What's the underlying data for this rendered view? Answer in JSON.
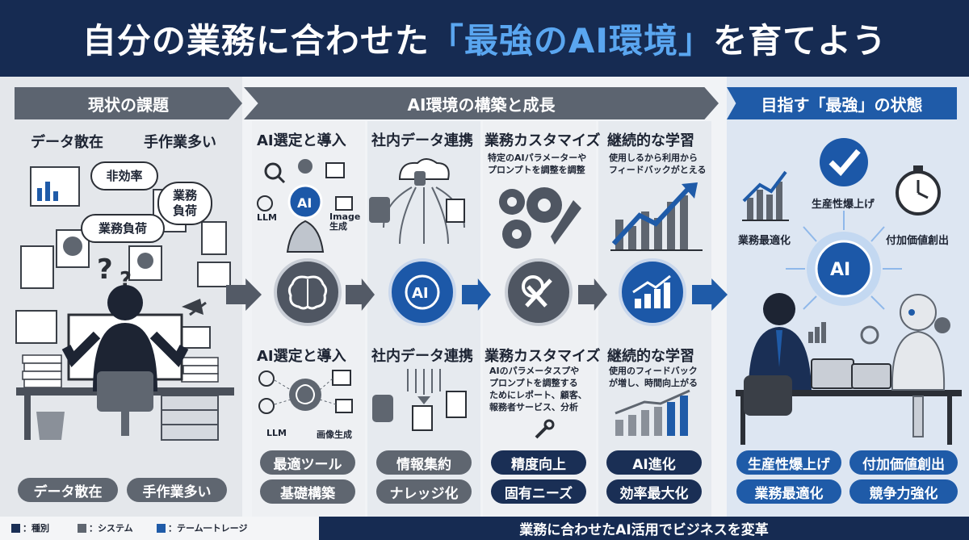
{
  "title": {
    "pre": "自分の業務に合わせた",
    "highlight": "「最強のAI環境」",
    "post": "を育てよう"
  },
  "sections": {
    "left": {
      "header": "現状の課題",
      "sub1": "データ散在",
      "sub2": "手作業多い",
      "clouds": [
        "非効率",
        "業務負荷",
        "業務\n負荷"
      ],
      "pills": [
        "データ散在",
        "手作業多い"
      ]
    },
    "middle": {
      "header": "AI環境の構築と成長",
      "columns": [
        {
          "title_top": "AI選定と導入",
          "top_text": "",
          "icon_labels_top": [
            "LLM",
            "Image\n生成"
          ],
          "badge": "AI",
          "title_bottom": "AI選定と導入",
          "bottom_text": "",
          "icon_labels_bottom": [
            "LLM",
            "画像生成"
          ],
          "pills": [
            "最適ツール",
            "基礎構築"
          ]
        },
        {
          "title_top": "社内データ連携",
          "top_text": "",
          "badge": "AI",
          "title_bottom": "社内データ連携",
          "bottom_text": "",
          "pills": [
            "情報集約",
            "ナレッジ化"
          ]
        },
        {
          "title_top": "業務カスタマイズ",
          "top_text": "特定のAIパラメーターや\nプロンプトを調整を調整",
          "title_bottom": "業務カスタマイズ",
          "bottom_text": "AIのパラメータスプや\nプロンプトを調整する\nためにレポート、顧客、\n報務者サービス、分析",
          "pills": [
            "精度向上",
            "固有ニーズ"
          ]
        },
        {
          "title_top": "継続的な学習",
          "top_text": "使用しるから利用から\nフィードバックがとえる",
          "title_bottom": "継続的な学習",
          "bottom_text": "使用のフィードバック\nが増し、時間向上がる",
          "pills": [
            "AI進化",
            "効率最大化"
          ]
        }
      ]
    },
    "right": {
      "header": "目指す「最強」の状態",
      "labels": [
        "生産性爆上げ",
        "業務最適化",
        "付加価値創出"
      ],
      "badge": "AI",
      "pills": [
        "生産性爆上げ",
        "付加価値創出",
        "業務最適化",
        "競争力強化"
      ]
    }
  },
  "footer": {
    "text": "業務に合わせたAI活用でビジネスを変革",
    "legend": [
      {
        "label": "：種別",
        "color": "#1a2f55"
      },
      {
        "label": "：システム",
        "color": "#5f6670"
      },
      {
        "label": "：テーム一トレージ",
        "color": "#1f5ba8"
      }
    ]
  }
}
